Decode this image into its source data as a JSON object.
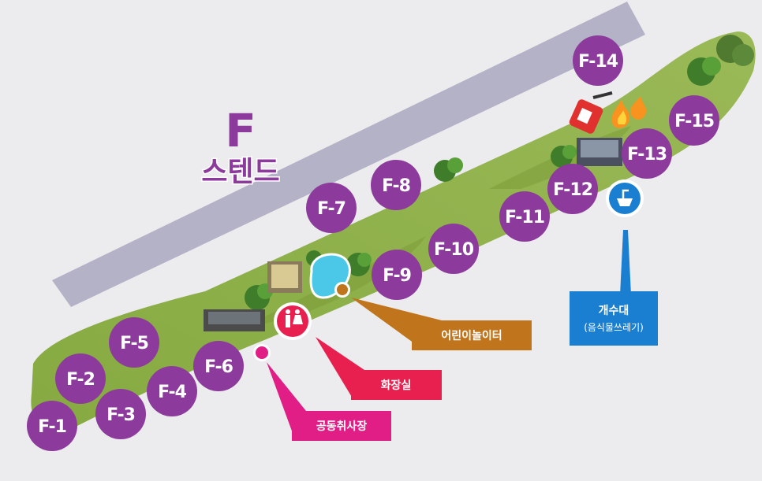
{
  "zone": {
    "letter": "F",
    "name": "스텐드"
  },
  "sites": [
    "F-1",
    "F-2",
    "F-3",
    "F-4",
    "F-5",
    "F-6",
    "F-7",
    "F-8",
    "F-9",
    "F-10",
    "F-11",
    "F-12",
    "F-13",
    "F-14",
    "F-15"
  ],
  "facilities": {
    "playground": "어린이놀이터",
    "restroom": "화장실",
    "cooking": "공동취사장",
    "sink": {
      "line1": "개수대",
      "line2": "(음식물쓰레기)"
    }
  },
  "colors": {
    "site": "#8c3b9c",
    "grass": "#8cae45",
    "stand": "#b4b2c6",
    "playground": "#c0741c",
    "restroom": "#e8204f",
    "cooking": "#e01e86",
    "sink": "#1a7fd1"
  },
  "icons": [
    "restroom-icon",
    "sink-icon",
    "fire-extinguisher-icon",
    "fire-icon",
    "bush-icon",
    "pond-icon",
    "building-icon"
  ]
}
